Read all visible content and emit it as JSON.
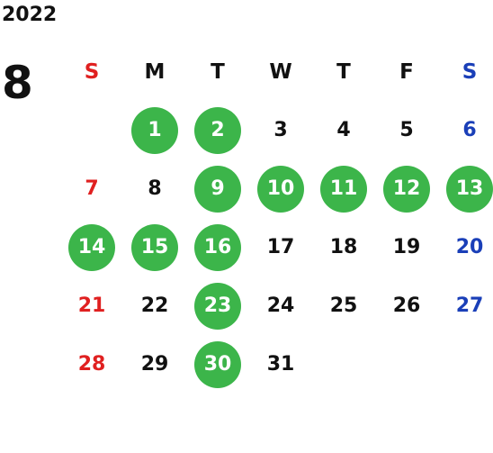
{
  "calendar": {
    "year": "2022",
    "month": "8",
    "weekdays": [
      {
        "label": "S",
        "color": "#e02020"
      },
      {
        "label": "M",
        "color": "#111111"
      },
      {
        "label": "T",
        "color": "#111111"
      },
      {
        "label": "W",
        "color": "#111111"
      },
      {
        "label": "T",
        "color": "#111111"
      },
      {
        "label": "F",
        "color": "#111111"
      },
      {
        "label": "S",
        "color": "#1a3fb8"
      }
    ],
    "first_weekday_index": 1,
    "days_in_month": 31,
    "marked_days": [
      1,
      2,
      9,
      10,
      11,
      12,
      13,
      14,
      15,
      16,
      23,
      30
    ],
    "colors": {
      "marked_bg": "#3cb54a",
      "marked_text": "#ffffff",
      "sunday": "#e02020",
      "saturday": "#1a3fb8",
      "weekday": "#111111"
    }
  }
}
